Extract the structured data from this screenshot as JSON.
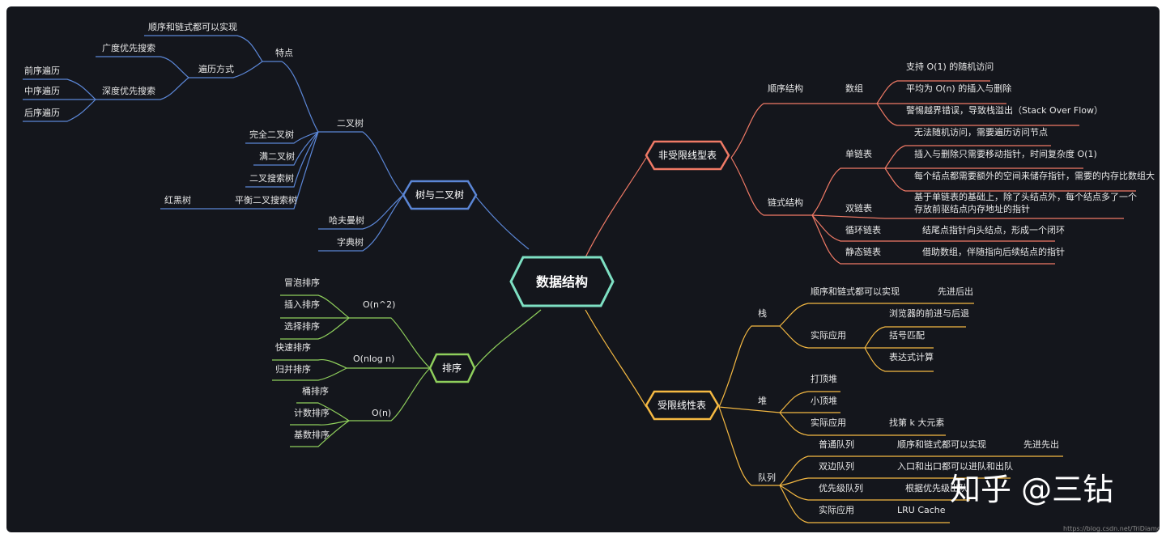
{
  "colors": {
    "background": "#14161c",
    "center": "#7ee0c3",
    "tree": "#5b86d6",
    "sort": "#8fcf5c",
    "linear": "#f07a66",
    "restricted": "#f5b942"
  },
  "center": "数据结构",
  "tree": {
    "label": "树与二叉树",
    "binary": "二叉树",
    "features": "特点",
    "impl": "顺序和链式都可以实现",
    "traversal": "遍历方式",
    "bfs": "广度优先搜索",
    "dfs": "深度优先搜索",
    "pre": "前序遍历",
    "in": "中序遍历",
    "post": "后序遍历",
    "complete": "完全二叉树",
    "full": "满二叉树",
    "bst": "二叉搜索树",
    "balanced": "平衡二叉搜索树",
    "rb": "红黑树",
    "huffman": "哈夫曼树",
    "trie": "字典树"
  },
  "sort": {
    "label": "排序",
    "n2": "O(n^2)",
    "bubble": "冒泡排序",
    "insertion": "插入排序",
    "selection": "选择排序",
    "nlogn": "O(nlog n)",
    "quick": "快速排序",
    "merge": "归并排序",
    "n": "O(n)",
    "bucket": "桶排序",
    "counting": "计数排序",
    "radix": "基数排序"
  },
  "linear": {
    "label": "非受限线型表",
    "seq": "顺序结构",
    "array": "数组",
    "a1": "支持 O(1) 的随机访问",
    "a2": "平均为 O(n) 的插入与删除",
    "a3": "警惕越界错误，导致栈溢出（Stack Over Flow）",
    "linked": "链式结构",
    "single": "单链表",
    "s1": "无法随机访问，需要遍历访问节点",
    "s2": "插入与删除只需要移动指针，时间复杂度 O(1)",
    "s3": "每个结点都需要额外的空间来储存指针，需要的内存比数组大",
    "double": "双链表",
    "d1": "基于单链表的基础上，除了头结点外，每个结点多了一个",
    "d2": "存放前驱结点内存地址的指针",
    "circular": "循环链表",
    "c1": "结尾点指针向头结点，形成一个闭环",
    "static": "静态链表",
    "st1": "借助数组，伴随指向后续结点的指针"
  },
  "restricted": {
    "label": "受限线性表",
    "stack": "栈",
    "stack_impl": "顺序和链式都可以实现",
    "lifo": "先进后出",
    "stack_app": "实际应用",
    "browser": "浏览器的前进与后退",
    "bracket": "括号匹配",
    "expr": "表达式计算",
    "heap": "堆",
    "maxheap": "打顶堆",
    "minheap": "小顶堆",
    "heap_app": "实际应用",
    "kth": "找第 k 大元素",
    "queue": "队列",
    "normal": "普通队列",
    "queue_impl": "顺序和链式都可以实现",
    "fifo": "先进先出",
    "deque": "双边队列",
    "deque_desc": "入口和出口都可以进队和出队",
    "priority": "优先级队列",
    "priority_desc": "根据优先级出队",
    "queue_app": "实际应用",
    "lru": "LRU Cache"
  },
  "watermark": "知乎 @三钻",
  "source": "https://blog.csdn.net/TriDiamond"
}
